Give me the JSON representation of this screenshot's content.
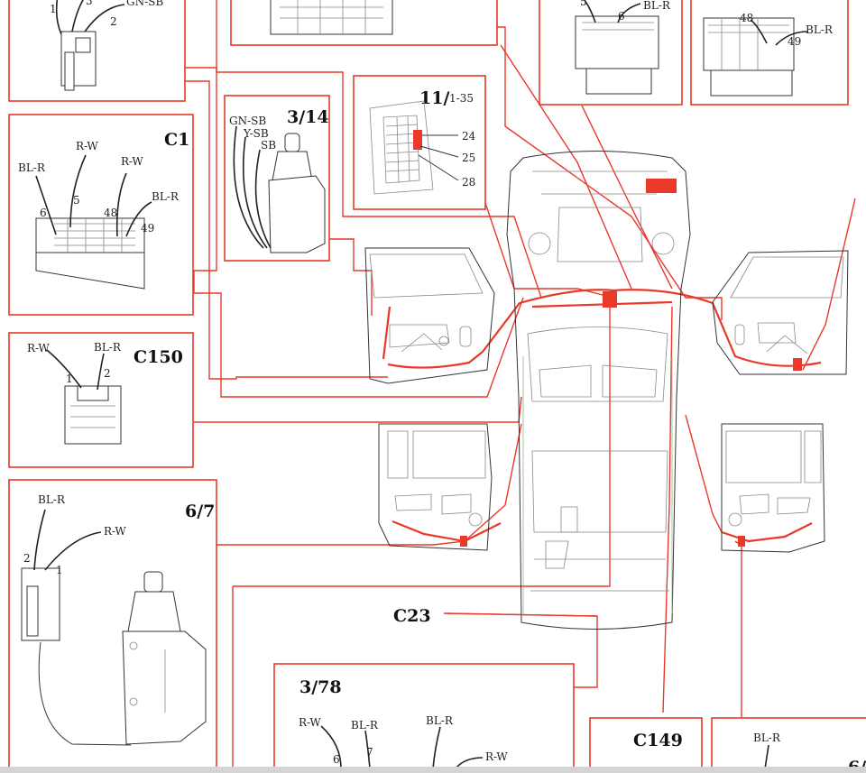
{
  "colors": {
    "wire": "#e8392a",
    "ink": "#222222"
  },
  "panels": {
    "top_left": {
      "wires": [
        "1",
        "3",
        "2",
        "GN-SB"
      ]
    },
    "top_right_a": {
      "pins": [
        "5",
        "6"
      ],
      "wire": "BL-R"
    },
    "top_right_b": {
      "pins": [
        "48",
        "49"
      ],
      "wire": "BL-R"
    },
    "c1": {
      "title": "C1",
      "wires": [
        "BL-R",
        "R-W",
        "R-W",
        "BL-R"
      ],
      "pins": [
        "6",
        "5",
        "48",
        "49"
      ]
    },
    "c150": {
      "title": "C150",
      "wires": [
        "R-W",
        "BL-R"
      ],
      "pins": [
        "1",
        "2"
      ]
    },
    "p314": {
      "title": "3/14",
      "wires": [
        "GN-SB",
        "Y-SB",
        "SB"
      ]
    },
    "p1135": {
      "title": "11/",
      "range": "1-35",
      "pins": [
        "24",
        "25",
        "28"
      ]
    },
    "p67": {
      "title": "6/7",
      "wires": [
        "BL-R",
        "R-W"
      ],
      "pins": [
        "2",
        "1"
      ]
    },
    "p378": {
      "title": "3/78",
      "wires": [
        "R-W",
        "BL-R",
        "BL-R",
        "R-W"
      ],
      "pins": [
        "6",
        "7"
      ]
    },
    "c23": {
      "title": "C23"
    },
    "c149": {
      "title": "C149"
    },
    "bottom_right": {
      "wire": "BL-R",
      "title_partial": "6/"
    }
  }
}
